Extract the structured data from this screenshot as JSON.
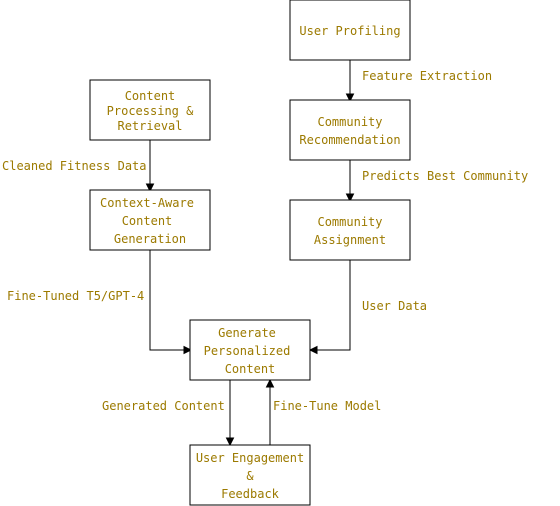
{
  "colors": {
    "text": "#9c7a00",
    "stroke": "#000000",
    "fill": "#ffffff"
  },
  "nodes": {
    "user_profiling": {
      "lines": [
        "User Profiling"
      ]
    },
    "community_recommendation": {
      "lines": [
        "Community",
        "Recommendation"
      ]
    },
    "community_assignment": {
      "lines": [
        "Community",
        "Assignment"
      ]
    },
    "content_processing": {
      "lines": [
        "Content",
        "Processing &",
        "Retrieval"
      ]
    },
    "context_aware": {
      "lines": [
        "Context-Aware",
        "Content",
        "Generation"
      ]
    },
    "generate_personalized": {
      "lines": [
        "Generate",
        "Personalized",
        "Content"
      ]
    },
    "user_engagement": {
      "lines": [
        "User Engagement",
        "&",
        "Feedback"
      ]
    }
  },
  "edges": {
    "feature_extraction": {
      "label": "Feature Extraction"
    },
    "predicts_best_community": {
      "label": "Predicts Best Community"
    },
    "cleaned_fitness_data": {
      "label": "Cleaned Fitness Data"
    },
    "fine_tuned_t5": {
      "label": "Fine-Tuned T5/GPT-4"
    },
    "user_data": {
      "label": "User Data"
    },
    "generated_content": {
      "label": "Generated Content"
    },
    "fine_tune_model": {
      "label": "Fine-Tune Model"
    }
  }
}
